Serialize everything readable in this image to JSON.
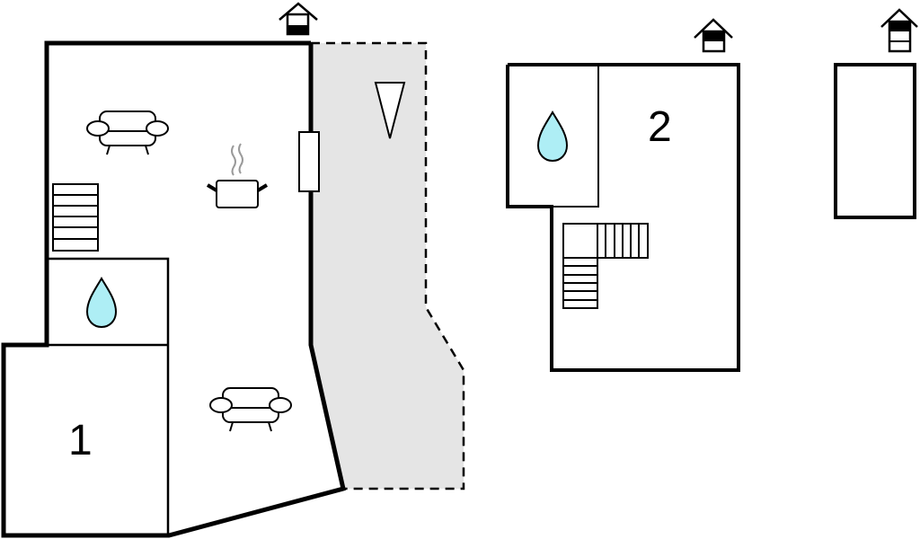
{
  "diagram": {
    "type": "floor-plan",
    "floors": [
      {
        "label": "1",
        "level_icon": "house-ground-floor-icon"
      },
      {
        "label": "2",
        "level_icon": "house-first-floor-icon"
      },
      {
        "label": "",
        "level_icon": "house-second-floor-icon"
      }
    ],
    "icons": [
      "sofa-icon",
      "cooking-pot-icon",
      "water-drop-icon",
      "stairs-icon",
      "window-icon",
      "terrace-pointer-icon"
    ],
    "colors": {
      "wall": "#000000",
      "terrace": "#e5e5e5",
      "water": "#aeeef5",
      "steam": "#9a9a9a"
    }
  }
}
